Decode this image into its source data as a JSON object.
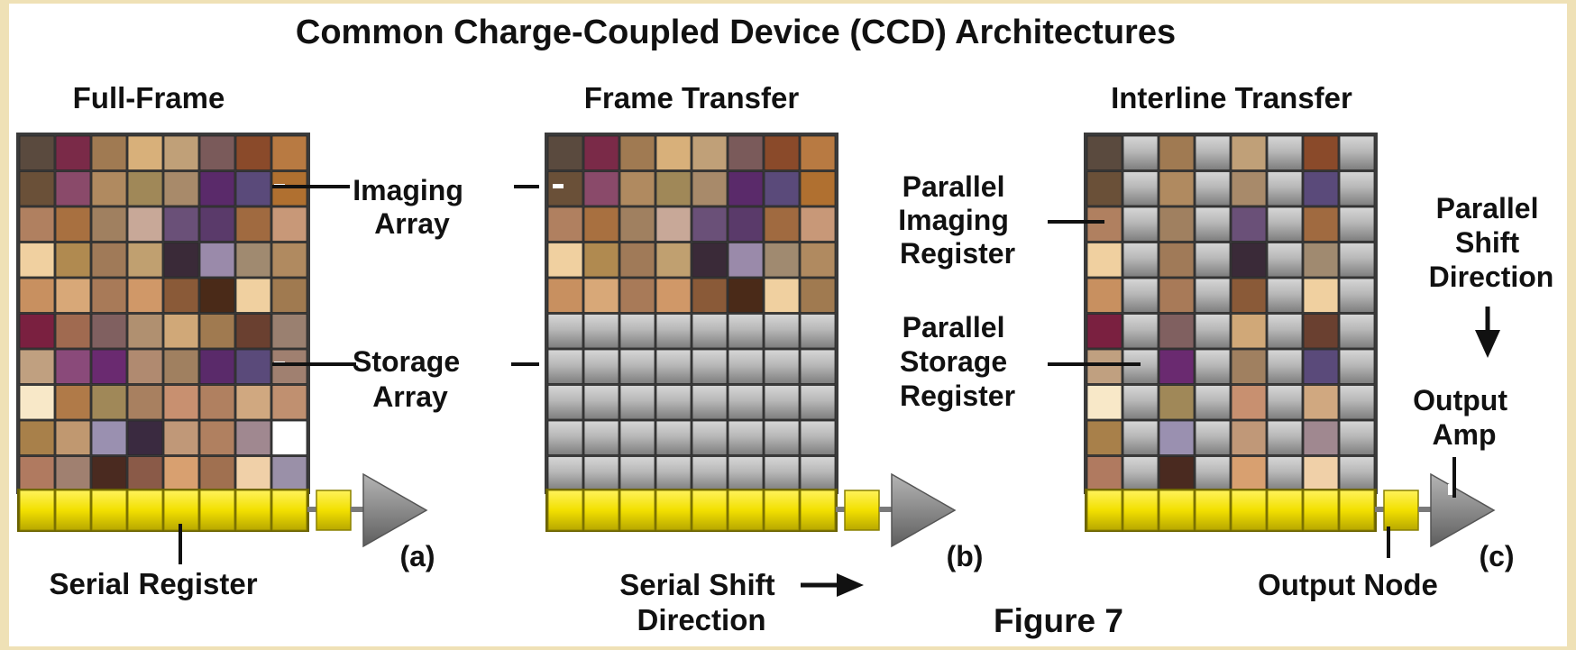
{
  "title": "Common Charge-Coupled Device (CCD) Architectures",
  "figure_label": "Figure 7",
  "colors": {
    "page_border": "#efe1b6",
    "serial_register": "#f2e000",
    "storage_pixel": "#b4b4b4",
    "amp": "#8a8a8a",
    "text": "#111111"
  },
  "panels": [
    {
      "id": "a",
      "heading": "Full-Frame",
      "letter": "(a)",
      "callouts": [
        {
          "lines": [
            "Imaging",
            "Array"
          ]
        },
        {
          "lines": [
            "Storage",
            "Array"
          ]
        },
        {
          "lines": [
            "Serial Register"
          ]
        }
      ]
    },
    {
      "id": "b",
      "heading": "Frame Transfer",
      "letter": "(b)",
      "callouts": [
        {
          "lines": [
            "Serial Shift",
            "Direction"
          ]
        }
      ]
    },
    {
      "id": "c",
      "heading": "Interline Transfer",
      "letter": "(c)",
      "callouts": [
        {
          "lines": [
            "Parallel",
            "Imaging",
            "Register"
          ]
        },
        {
          "lines": [
            "Parallel",
            "Storage",
            "Register"
          ]
        },
        {
          "lines": [
            "Parallel",
            "Shift",
            "Direction"
          ]
        },
        {
          "lines": [
            "Output",
            "Amp"
          ]
        },
        {
          "lines": [
            "Output Node"
          ]
        }
      ]
    }
  ],
  "image_pixels": [
    [
      "#5a4a3e",
      "#7a2a48",
      "#a07a52",
      "#d8b07a",
      "#c0a078",
      "#7a5a5a",
      "#8a4a2a",
      "#b87a42"
    ],
    [
      "#6a5038",
      "#8a4a6a",
      "#b08a60",
      "#a08858",
      "#a88a6a",
      "#5a2a6a",
      "#5a4a7a",
      "#b07030"
    ],
    [
      "#b08060",
      "#a87040",
      "#a08060",
      "#c8a898",
      "#6a5078",
      "#5a3a6a",
      "#a06a40",
      "#c89878"
    ],
    [
      "#f0d0a0",
      "#b08a50",
      "#a07a58",
      "#c0a070",
      "#3a2a38",
      "#9a8aaa",
      "#a08a70",
      "#b08a60"
    ],
    [
      "#c89060",
      "#d8a878",
      "#a87a58",
      "#d09868",
      "#8a5a38",
      "#4a2a18",
      "#f0d0a0",
      "#a07a50"
    ],
    [
      "#7a2040",
      "#a06a50",
      "#806060",
      "#b09070",
      "#d0a878",
      "#a07a50",
      "#6a4030",
      "#9a8070"
    ],
    [
      "#c0a080",
      "#8a4a7a",
      "#6a2a70",
      "#b08a70",
      "#a08060",
      "#5a2a6a",
      "#5a4a7a",
      "#a08070"
    ],
    [
      "#f8e8c8",
      "#b07a48",
      "#a08858",
      "#a88060",
      "#c89070",
      "#b08060",
      "#d0a880",
      "#c09070"
    ],
    [
      "#a8804a",
      "#c09870",
      "#9a90b0",
      "#3a2a40",
      "#c09878",
      "#b08060",
      "#a08890",
      "#ffffff"
    ],
    [
      "#b07a60",
      "#a08070",
      "#4a2a20",
      "#8a5a48",
      "#d8a070",
      "#a07050",
      "#f0d0a8",
      "#9a90a8"
    ]
  ]
}
